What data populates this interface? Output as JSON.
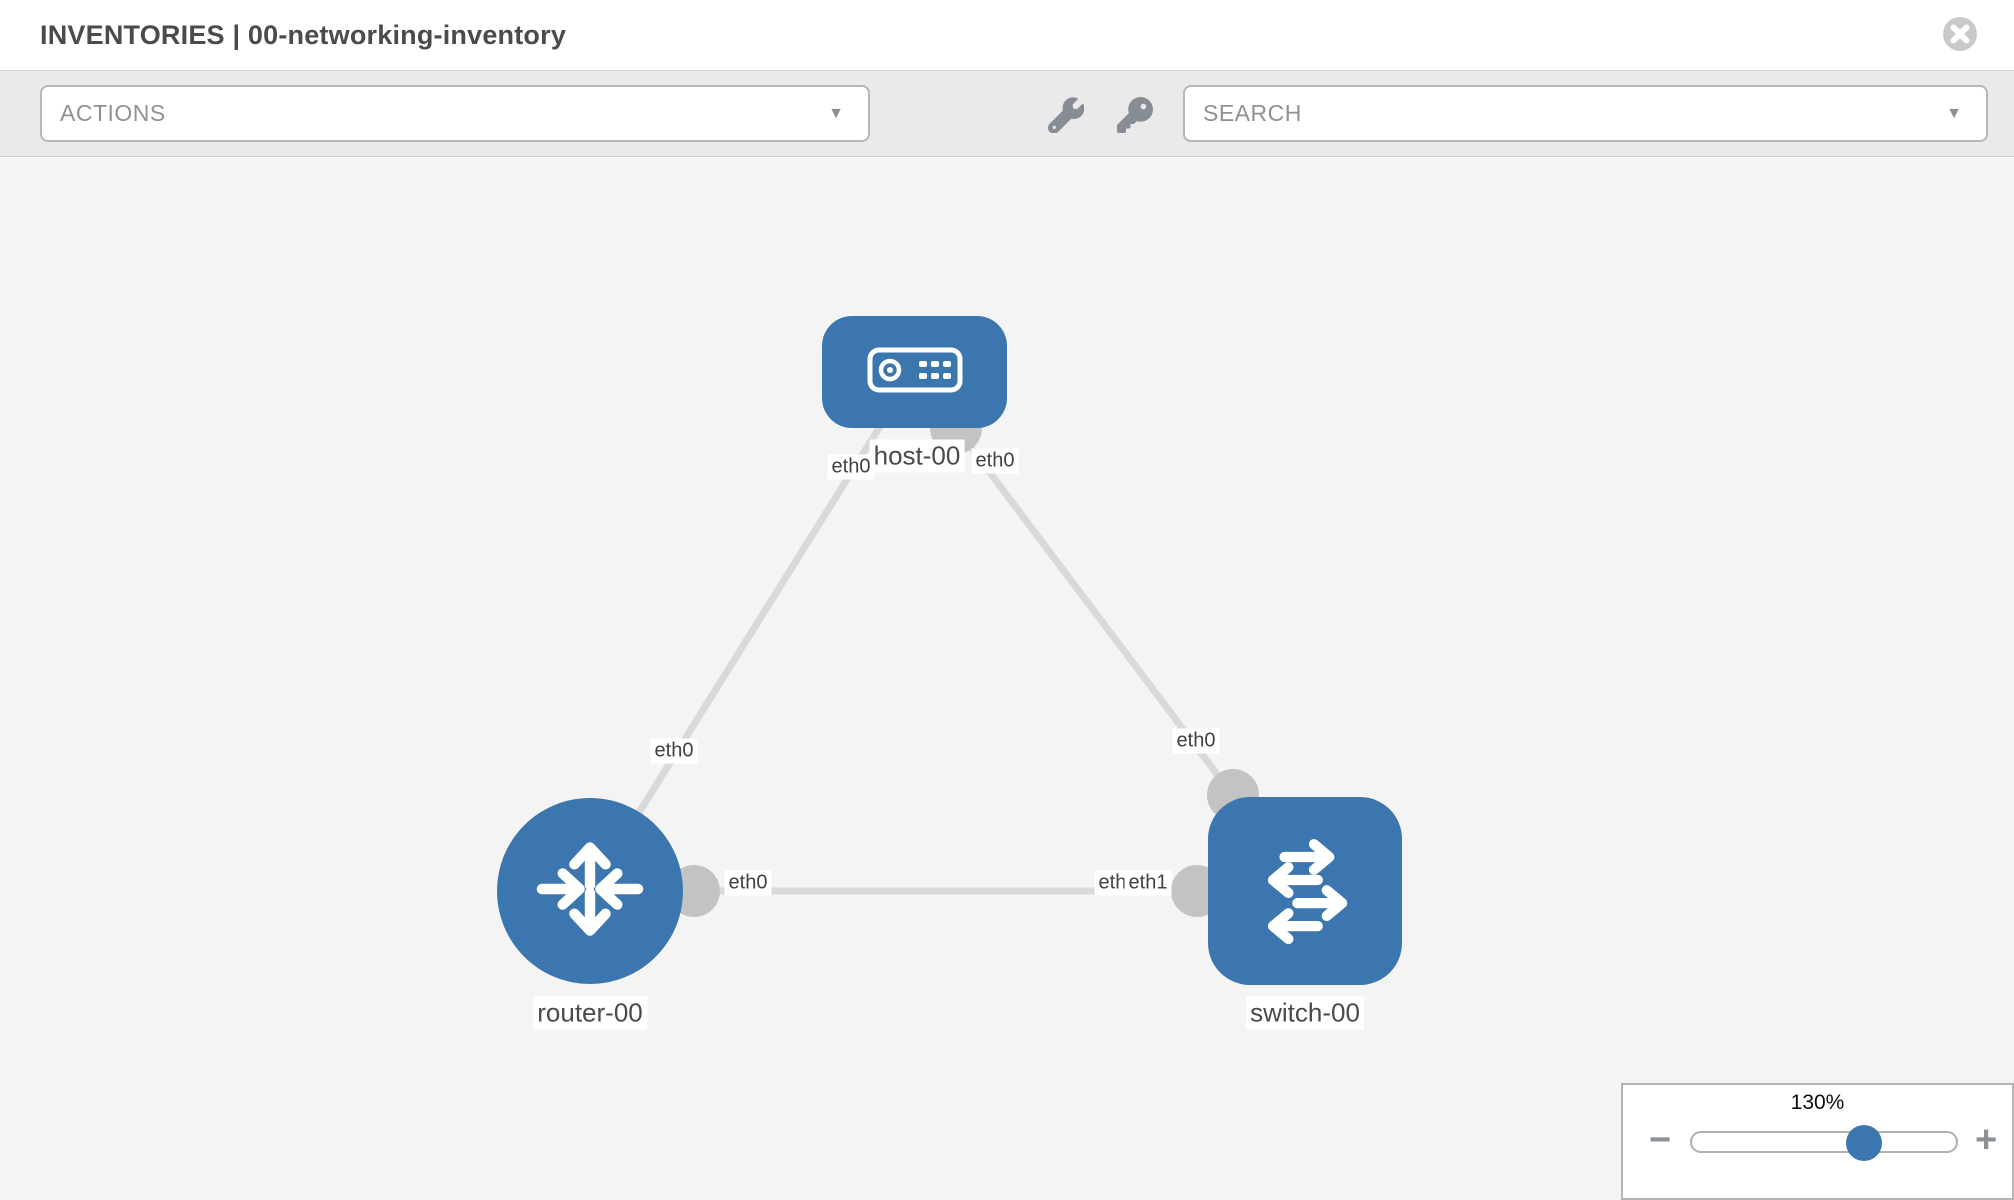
{
  "header": {
    "title": "INVENTORIES | 00-networking-inventory"
  },
  "toolbar": {
    "actions_label": "ACTIONS",
    "search_placeholder": "SEARCH",
    "caret": "▼"
  },
  "icons": {
    "close": "close-icon",
    "wrench": "wrench-icon",
    "key": "key-icon",
    "caret": "chevron-down-icon",
    "host": "server-icon",
    "router": "router-arrows-icon",
    "switch": "switch-arrows-icon",
    "minus": "minus-icon",
    "plus": "plus-icon"
  },
  "topology": {
    "nodes": [
      {
        "label": "host-00",
        "type": "host"
      },
      {
        "label": "router-00",
        "type": "router"
      },
      {
        "label": "switch-00",
        "type": "switch"
      }
    ],
    "edges": [
      {
        "from": "router-00",
        "to": "host-00"
      },
      {
        "from": "host-00",
        "to": "switch-00"
      },
      {
        "from": "router-00",
        "to": "switch-00"
      }
    ],
    "interfaces": {
      "host_left": "eth0",
      "host_right": "eth0",
      "edge_router_host": "eth0",
      "edge_host_switch": "eth0",
      "router_side": "eth0",
      "switch_side_back": "eth0",
      "switch_side_front": "eth1"
    }
  },
  "zoom_control": {
    "level": "130%",
    "minus": "−",
    "plus": "+"
  },
  "colors": {
    "node_blue": "#3b76af",
    "edge_gray": "#d9d9d9",
    "connector_gray": "#c3c3c3",
    "canvas_bg": "#f4f4f4",
    "toolbar_bg": "#eaeaea"
  }
}
